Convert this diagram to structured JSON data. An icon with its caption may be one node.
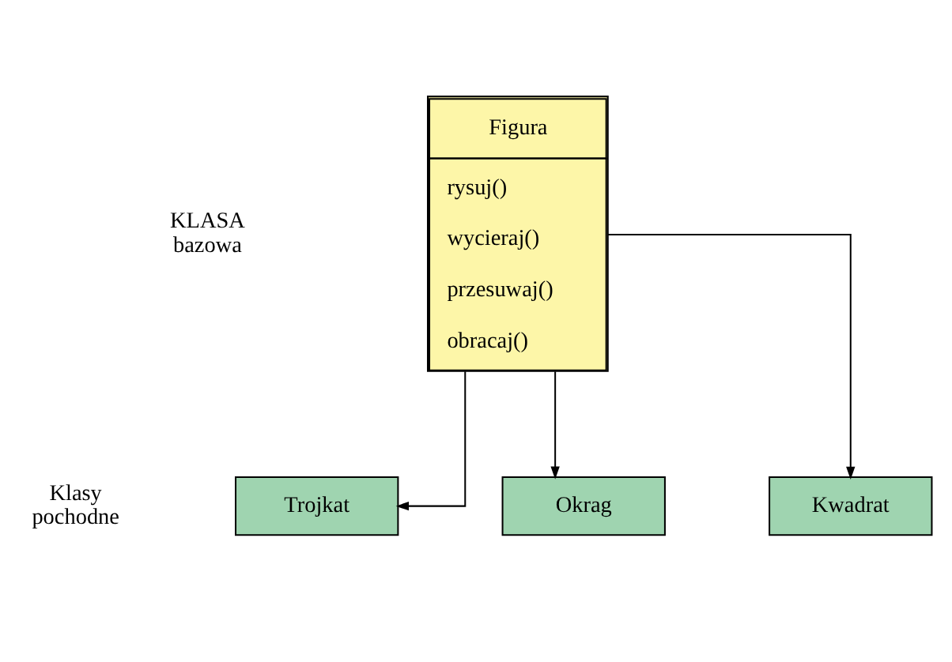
{
  "diagram": {
    "nodes": [
      {
        "text": [
          "Figura",
          "rysuj()",
          "wycieraj()",
          "przesuwaj()",
          "obracaj()"
        ]
      },
      {
        "text": [
          "Okrag"
        ]
      },
      {
        "text": [
          "Kwadrat"
        ]
      },
      {
        "text": [
          "Trojkat"
        ]
      }
    ],
    "edges": [
      {
        "from": 0,
        "to": 1,
        "arrow": "to"
      },
      {
        "from": 0,
        "to": 2,
        "arrow": "to"
      },
      {
        "from": 0,
        "to": 3,
        "arrow": "to"
      }
    ],
    "labels": [
      "KLASA bazowa",
      "Klasy pochodne"
    ]
  }
}
